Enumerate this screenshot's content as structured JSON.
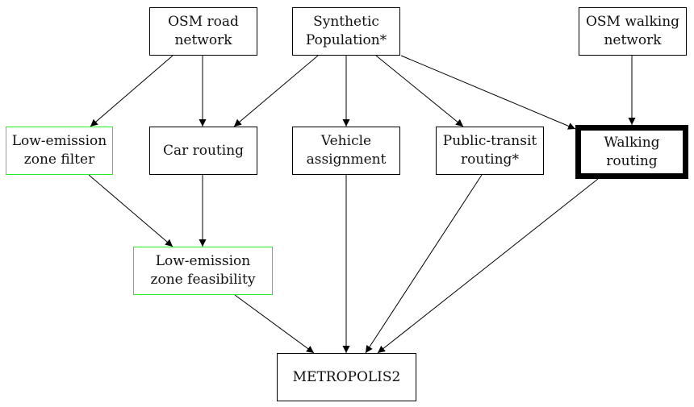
{
  "diagram": {
    "nodes": {
      "osm_road": {
        "line1": "OSM road",
        "line2": "network"
      },
      "synthetic": {
        "line1": "Synthetic",
        "line2": "Population*"
      },
      "osm_walk": {
        "line1": "OSM walking",
        "line2": "network"
      },
      "lez_filter": {
        "line1": "Low-emission",
        "line2": "zone filter",
        "border_color": "#22ee22"
      },
      "car": {
        "line1": "Car routing"
      },
      "vehicle": {
        "line1": "Vehicle",
        "line2": "assignment"
      },
      "pt": {
        "line1": "Public-transit",
        "line2": "routing*"
      },
      "walk": {
        "line1": "Walking",
        "line2": "routing",
        "border": "thick"
      },
      "lez_feas": {
        "line1": "Low-emission",
        "line2": "zone feasibility",
        "border_color": "#22ee22"
      },
      "metro": {
        "line1": "METROPOLIS2"
      }
    },
    "edges": [
      [
        "osm_road",
        "lez_filter"
      ],
      [
        "osm_road",
        "car"
      ],
      [
        "synthetic",
        "car"
      ],
      [
        "synthetic",
        "vehicle"
      ],
      [
        "synthetic",
        "pt"
      ],
      [
        "synthetic",
        "walk"
      ],
      [
        "osm_walk",
        "walk"
      ],
      [
        "lez_filter",
        "lez_feas"
      ],
      [
        "car",
        "lez_feas"
      ],
      [
        "lez_feas",
        "metro"
      ],
      [
        "vehicle",
        "metro"
      ],
      [
        "pt",
        "metro"
      ],
      [
        "walk",
        "metro"
      ]
    ]
  }
}
